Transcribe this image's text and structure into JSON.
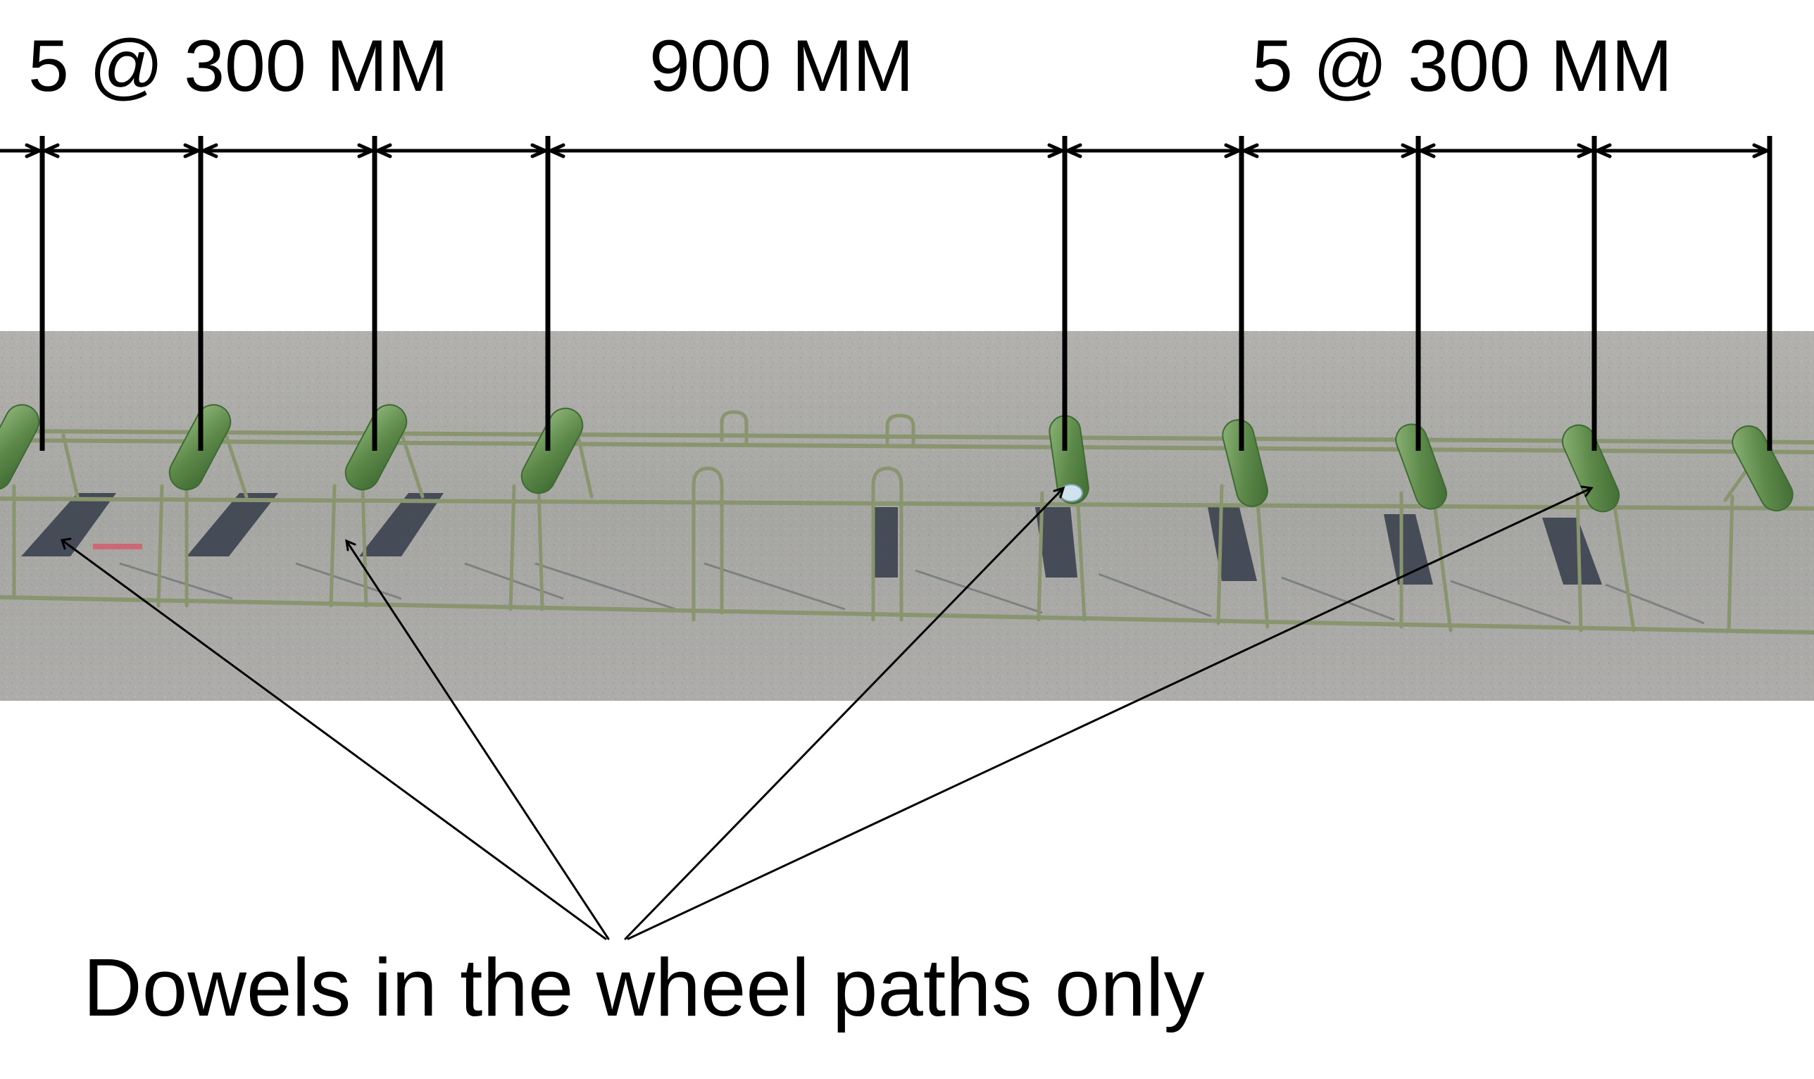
{
  "dimensions": {
    "left_label": "5 @ 300 MM",
    "middle_label": "900 MM",
    "right_label": "5 @ 300 MM"
  },
  "caption": "Dowels in the wheel paths only",
  "colors": {
    "dowel": "#5f8a4c",
    "basket_wire": "#88956e",
    "pavement": "#a7a7a5",
    "shadow": "#2f3845",
    "line": "#000000"
  },
  "icons": [
    "dowel-bar",
    "dowel-basket-frame",
    "dimension-arrow",
    "callout-arrow"
  ]
}
